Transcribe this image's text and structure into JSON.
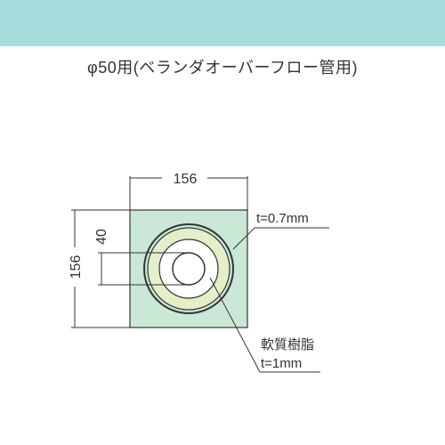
{
  "colors": {
    "band": "#a8dde0",
    "square_fill": "#c9e8d6",
    "ring_outer": "#e3efc9",
    "hole": "#ffffff",
    "line": "#333333"
  },
  "caption": "φ50用(ベランダオーバーフロー管用)",
  "dimensions": {
    "width": "156",
    "height": "156",
    "inner": "40"
  },
  "notes": {
    "thickness": "t=0.7mm",
    "material": "軟質樹脂",
    "material_thickness": "t=1mm"
  }
}
